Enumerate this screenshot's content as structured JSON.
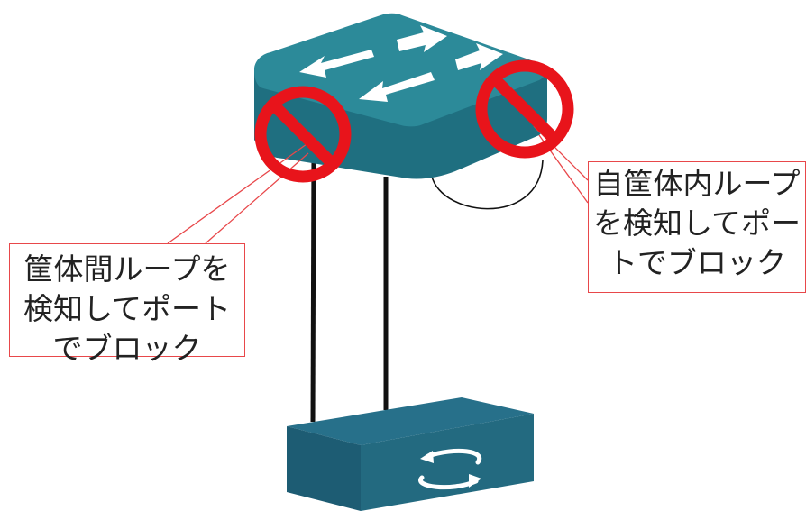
{
  "callouts": {
    "inter_chassis": {
      "lines": [
        "筐体間ループを",
        "検知してポート",
        "でブロック"
      ]
    },
    "intra_chassis": {
      "lines": [
        "自筐体内ループ",
        "を検知してポー",
        "トでブロック"
      ]
    }
  },
  "colors": {
    "switch_top": "#2c8a99",
    "switch_side": "#1f6f80",
    "device_top": "#27708a",
    "device_side": "#1d5c73",
    "block_red": "#e8141b",
    "callout_border": "#e8474a",
    "cable": "#111111"
  },
  "icons": {
    "upper_switch": "arrows-switch-icon",
    "lower_device": "loop-arrows-icon",
    "block_marks": "no-entry-icon"
  }
}
